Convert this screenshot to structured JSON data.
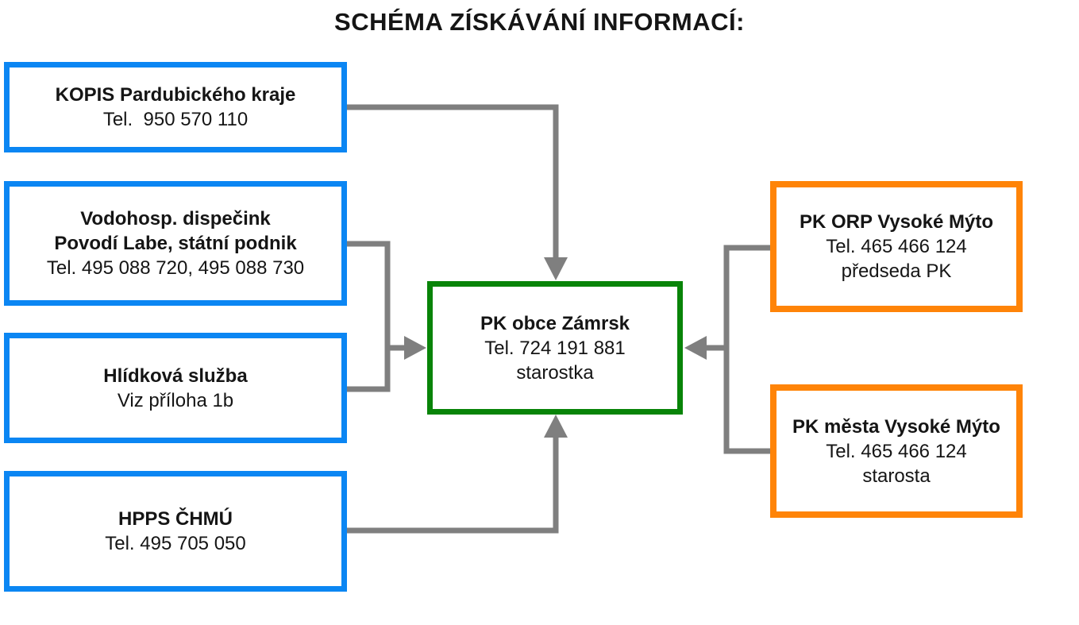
{
  "title": "SCHÉMA ZÍSKÁVÁNÍ INFORMACÍ:",
  "colors": {
    "blue": "#0b86f3",
    "green": "#088408",
    "orange": "#ff8408",
    "gray": "#7f7f7f",
    "text": "#151515"
  },
  "boxes": {
    "kopis": {
      "line1": "KOPIS Pardubického kraje",
      "line2": "Tel.  950 570 110"
    },
    "povodi": {
      "line1": "Vodohosp. dispečink",
      "line2": "Povodí Labe, státní podnik",
      "line3": "Tel. 495 088 720, 495 088 730"
    },
    "hlidkova": {
      "line1": "Hlídková služba",
      "line2": "Viz příloha 1b"
    },
    "hpps": {
      "line1": "HPPS ČHMÚ",
      "line2": "Tel. 495 705 050"
    },
    "center": {
      "line1": "PK obce Zámrsk",
      "line2": "Tel. 724 191 881",
      "line3": "starostka"
    },
    "orp": {
      "line1": "PK ORP Vysoké Mýto",
      "line2": "Tel. 465 466 124",
      "line3": "předseda PK"
    },
    "mesto": {
      "line1": "PK města Vysoké Mýto",
      "line2": "Tel. 465 466 124",
      "line3": "starosta"
    }
  }
}
